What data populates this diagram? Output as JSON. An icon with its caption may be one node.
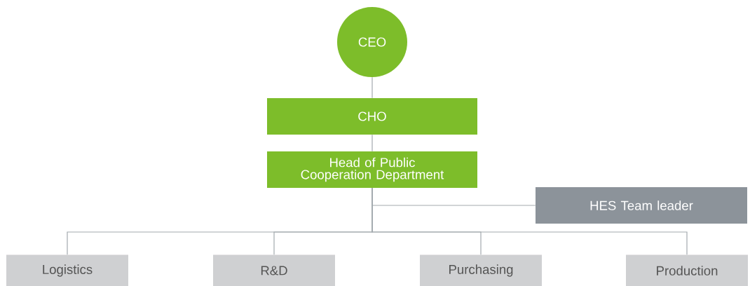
{
  "diagram": {
    "nodes": [
      {
        "text": [
          "CEO"
        ]
      },
      {
        "text": [
          "CHO"
        ]
      },
      {
        "text": [
          "Head of Public Cooperation Department"
        ]
      },
      {
        "text": [
          "HES Team leader"
        ]
      },
      {
        "text": [
          "Logistics"
        ]
      },
      {
        "text": [
          "R&D"
        ]
      },
      {
        "text": [
          "Purchasing"
        ]
      },
      {
        "text": [
          "Production"
        ]
      }
    ],
    "edges": [
      {
        "from": 0,
        "to": 1,
        "arrow": "none"
      },
      {
        "from": 1,
        "to": 2,
        "arrow": "none"
      },
      {
        "from": 2,
        "to": 3,
        "arrow": "none"
      },
      {
        "from": 2,
        "to": 4,
        "arrow": "none"
      },
      {
        "from": 2,
        "to": 5,
        "arrow": "none"
      },
      {
        "from": 2,
        "to": 6,
        "arrow": "none"
      },
      {
        "from": 2,
        "to": 7,
        "arrow": "none"
      }
    ]
  }
}
